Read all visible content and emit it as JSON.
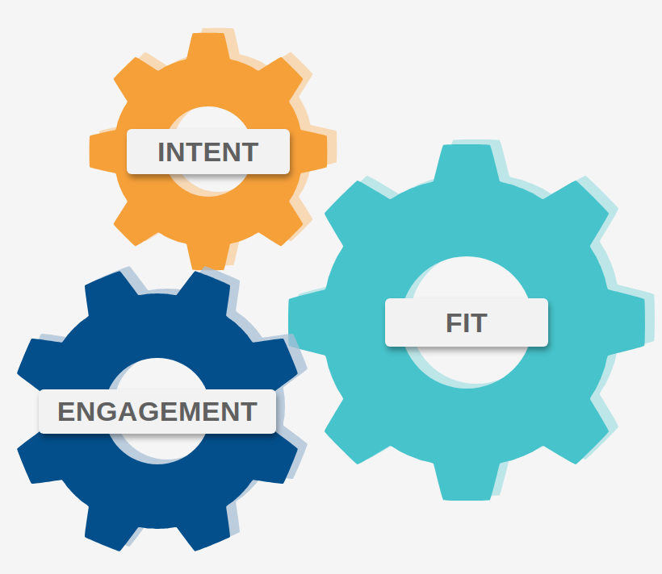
{
  "diagram": {
    "nodes": [
      {
        "text": [
          "INTENT"
        ]
      },
      {
        "text": [
          "FIT"
        ]
      },
      {
        "text": [
          "ENGAGEMENT"
        ]
      }
    ]
  }
}
